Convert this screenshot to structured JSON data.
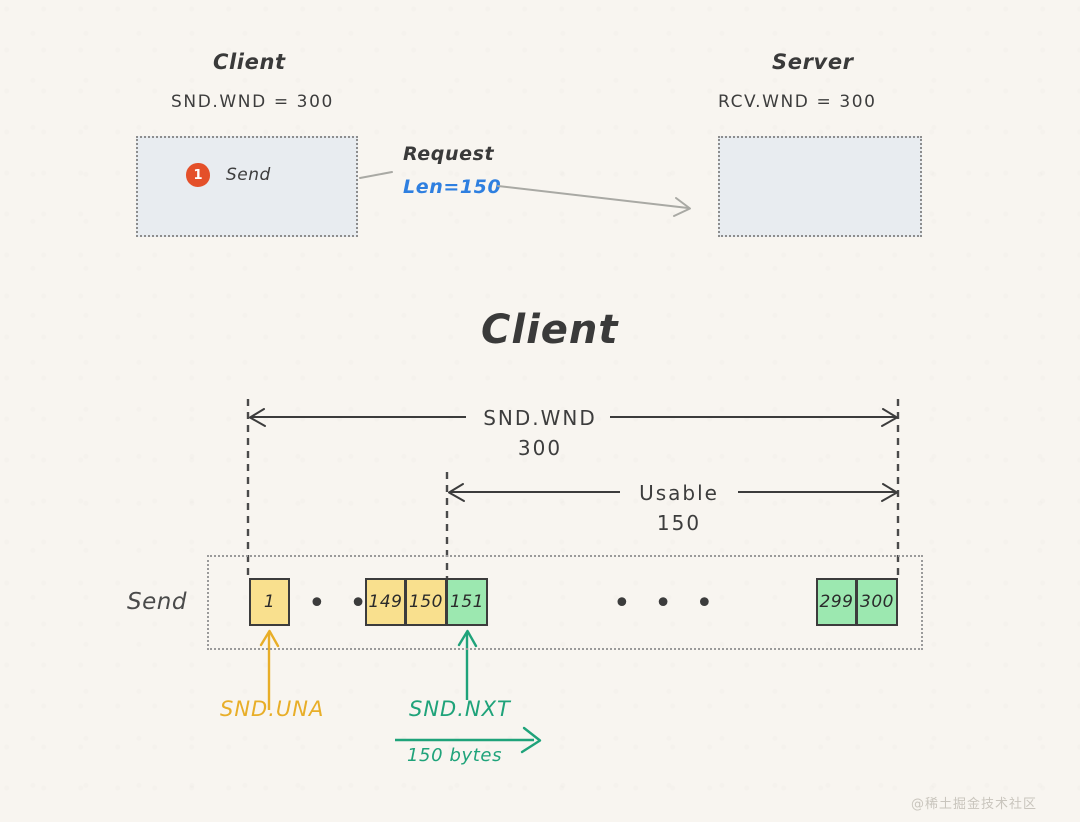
{
  "background_color": "#f8f5f0",
  "topology": {
    "client": {
      "title": "Client",
      "window_label": "SND.WND = 300",
      "step_badge": "1",
      "action_label": "Send"
    },
    "server": {
      "title": "Server",
      "window_label": "RCV.WND = 300"
    },
    "packet": {
      "name": "Request",
      "length_label": "Len=150",
      "length_color": "#2e7fe0"
    }
  },
  "diagram": {
    "title": "Client",
    "measures": [
      {
        "name": "SND.WND",
        "label": "SND.WND",
        "value": "300"
      },
      {
        "name": "Usable",
        "label": "Usable",
        "value": "150"
      }
    ],
    "row_label": "Send",
    "cells": {
      "left_group": [
        {
          "seq": "1",
          "state": "unacked",
          "color": "#f9e08e"
        }
      ],
      "middle_group": [
        {
          "seq": "149",
          "state": "unacked",
          "color": "#f9e08e"
        },
        {
          "seq": "150",
          "state": "unacked",
          "color": "#f9e08e"
        },
        {
          "seq": "151",
          "state": "usable",
          "color": "#9ce8b0"
        }
      ],
      "right_group": [
        {
          "seq": "299",
          "state": "usable",
          "color": "#9ce8b0"
        },
        {
          "seq": "300",
          "state": "usable",
          "color": "#9ce8b0"
        }
      ],
      "ellipsis": "• • •"
    },
    "pointers": [
      {
        "name": "SND.UNA",
        "label": "SND.UNA",
        "color": "#e8ae28"
      },
      {
        "name": "SND.NXT",
        "label": "SND.NXT",
        "color": "#1fa37a",
        "annotation": "150 bytes"
      }
    ]
  },
  "watermark": "@稀土掘金技术社区"
}
